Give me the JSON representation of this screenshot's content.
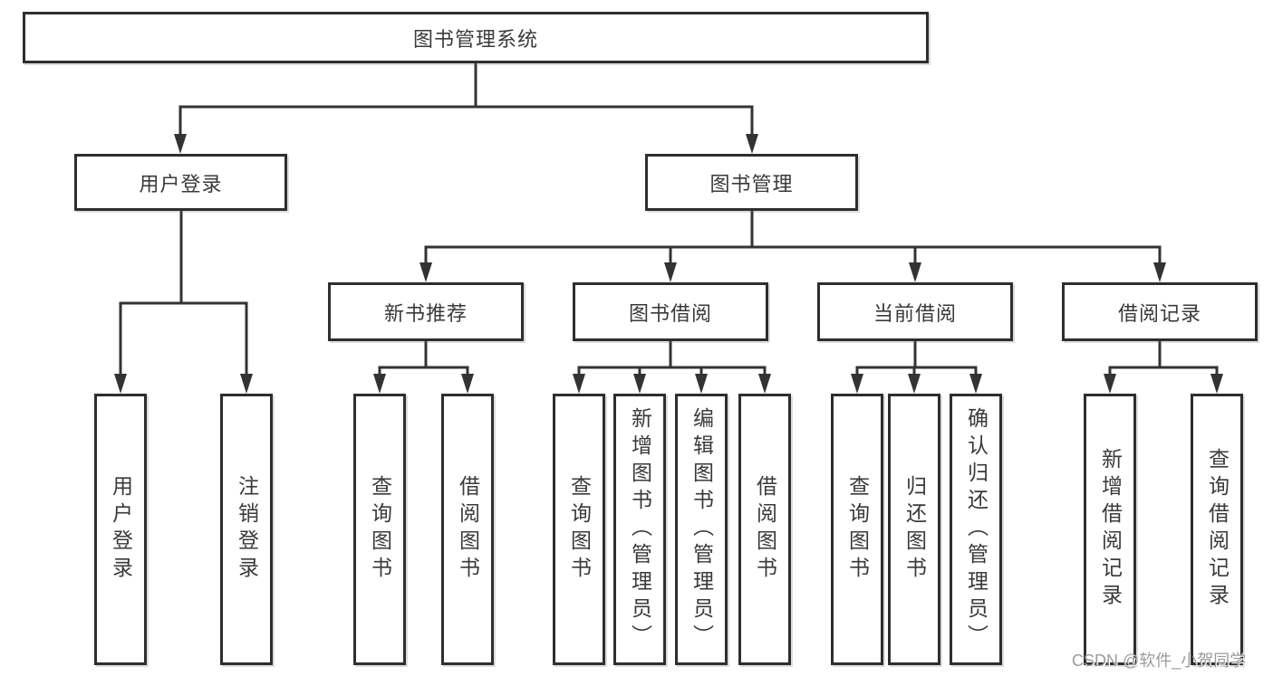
{
  "diagram": {
    "type": "hierarchy-tree",
    "tree": {
      "label": "图书管理系统",
      "children": [
        {
          "label": "用户登录",
          "children": [
            {
              "label": "用户登录"
            },
            {
              "label": "注销登录"
            }
          ]
        },
        {
          "label": "图书管理",
          "children": [
            {
              "label": "新书推荐",
              "children": [
                {
                  "label": "查询图书"
                },
                {
                  "label": "借阅图书"
                }
              ]
            },
            {
              "label": "图书借阅",
              "children": [
                {
                  "label": "查询图书"
                },
                {
                  "label": "新增图书（管理员）"
                },
                {
                  "label": "编辑图书（管理员）"
                },
                {
                  "label": "借阅图书"
                }
              ]
            },
            {
              "label": "当前借阅",
              "children": [
                {
                  "label": "查询图书"
                },
                {
                  "label": "归还图书"
                },
                {
                  "label": "确认归还（管理员）"
                }
              ]
            },
            {
              "label": "借阅记录",
              "children": [
                {
                  "label": "新增借阅记录"
                },
                {
                  "label": "查询借阅记录"
                }
              ]
            }
          ]
        }
      ]
    }
  },
  "watermark": {
    "text": "CSDN @软件_小贺同学"
  },
  "colors": {
    "background": "#ffffff",
    "line": "#333333",
    "box_border": "#2e2e2e",
    "text": "#3a3a3a",
    "watermark": "#9b9b9b"
  }
}
